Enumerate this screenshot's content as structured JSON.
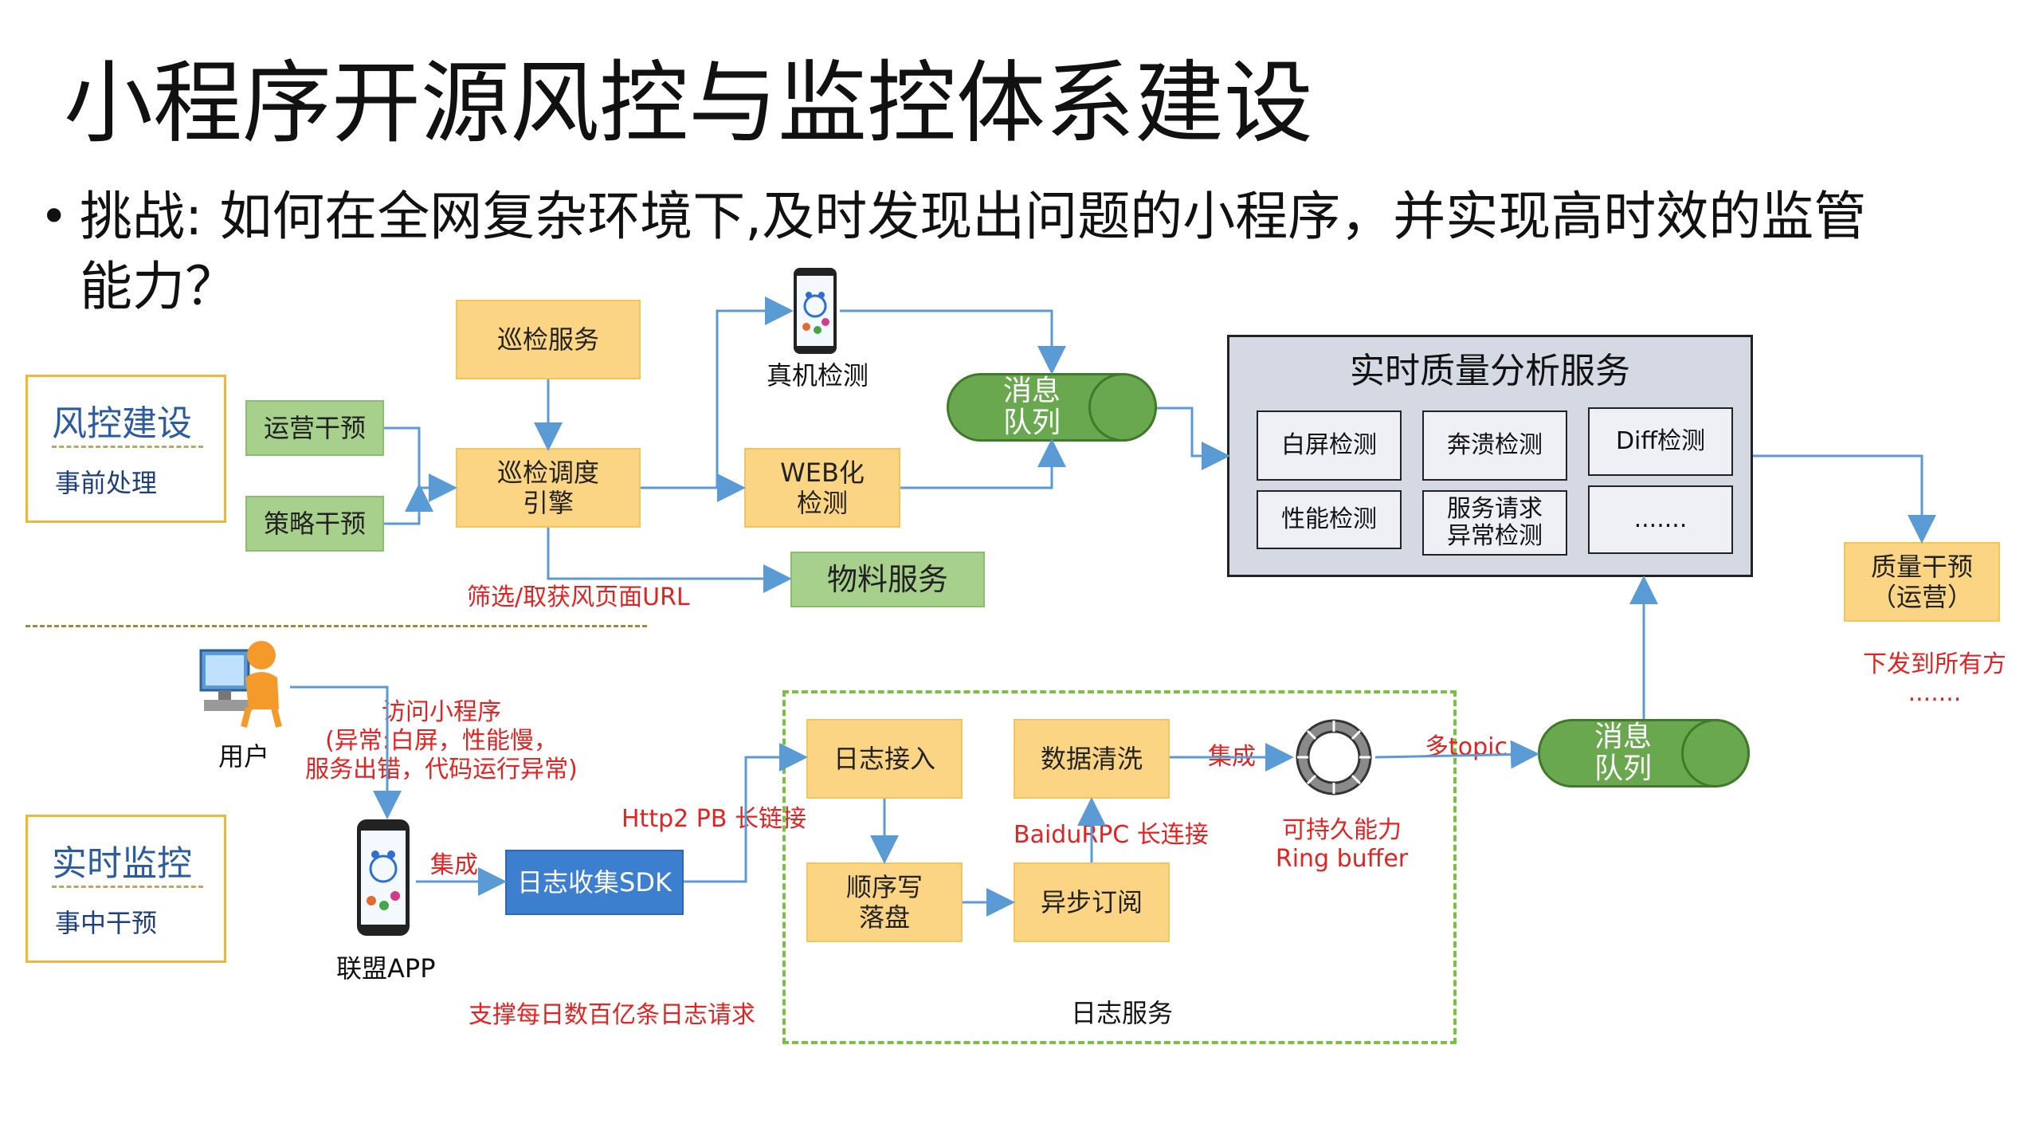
{
  "title": "小程序开源风控与监控体系建设",
  "challenge": {
    "bullet": "•",
    "label": "挑战:",
    "text": "如何在全网复杂环境下,及时发现出问题的小程序，并实现高时效的监管能力？"
  },
  "risk_card": {
    "title": "风控建设",
    "subtitle": "事前处理"
  },
  "monitor_card": {
    "title": "实时监控",
    "subtitle": "事中干预"
  },
  "boxes": {
    "patrol_service": "巡检服务",
    "ops_intervene": "运营干预",
    "strategy_intervene": "策略干预",
    "patrol_engine": "巡检调度\n引擎",
    "web_detect": "WEB化\n检测",
    "material_service": "物料服务",
    "log_sdk": "日志收集SDK",
    "log_ingest": "日志接入",
    "seq_write": "顺序写\n落盘",
    "data_clean": "数据清洗",
    "async_sub": "异步订阅",
    "quality_intervene": "质量干预\n（运营）"
  },
  "quality_service": {
    "title": "实时质量分析服务",
    "cells": [
      "白屏检测",
      "奔溃检测",
      "Diff检测",
      "性能检测",
      "服务请求\n异常检测",
      "......."
    ]
  },
  "queues": {
    "top": "消息\n队列",
    "bottom": "消息\n队列"
  },
  "labels": {
    "real_device": "真机检测",
    "user": "用户",
    "union_app": "联盟APP",
    "log_service": "日志服务"
  },
  "red_labels": {
    "filter_url": "筛选/取获风页面URL",
    "visit": "访问小程序\n(异常:白屏，性能慢，\n服务出错，代码运行异常)",
    "integrate_app": "集成",
    "http2": "Http2 PB 长链接",
    "capacity": "支撑每日数百亿条日志请求",
    "baidu_rpc": "BaiduRPC 长连接",
    "integrate_ring": "集成",
    "ring_buffer": "可持久能力\nRing buffer",
    "multi_topic": "多topic",
    "dispatch": "下发到所有方\n......."
  },
  "colors": {
    "orange_box": "#fbd583",
    "green_box": "#a8d08d",
    "blue_box": "#3d7fcf",
    "arrow": "#5b9bd5",
    "red_text": "#e32222",
    "queue": "#6aa84f",
    "quality_bg": "#d4d9e4",
    "card_border": "#f2b632",
    "log_border": "#7cc043"
  },
  "icons": [
    "phone-icon",
    "user-computer-icon",
    "ring-buffer-icon",
    "arrow-icon"
  ]
}
